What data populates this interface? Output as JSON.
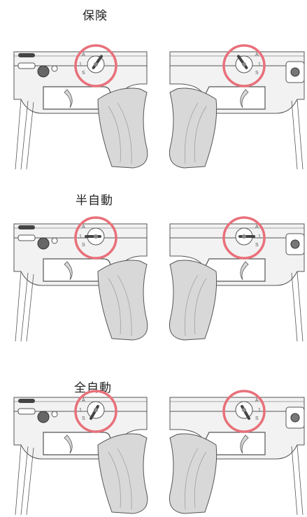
{
  "sections": [
    {
      "label": "保険",
      "mode": "safe"
    },
    {
      "label": "半自動",
      "mode": "semi"
    },
    {
      "label": "全自動",
      "mode": "auto"
    }
  ],
  "selector_marks": [
    "A",
    "1",
    "S"
  ],
  "colors": {
    "highlight_ring": "#e8707a",
    "outline": "#555555",
    "body_fill": "#f2f2f2",
    "shade": "#d8d8d8"
  }
}
